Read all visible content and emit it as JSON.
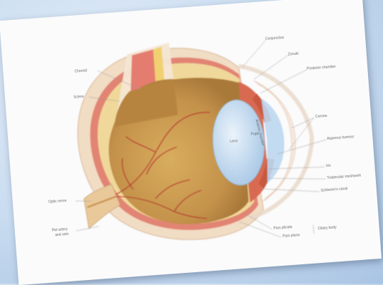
{
  "labels": {
    "conjunctiva": "Conjunctiva",
    "choroid": "Choroid",
    "sclera": "Sclera",
    "zonule": "Zonule",
    "posterior_chamber": "Posterior chamber",
    "cornea": "Cornea",
    "lens": "Lens",
    "pupil": "Pupil",
    "anterior_chamber_inner": "Anterior chamber",
    "aqueous_humor": "Aqueous humour",
    "iris": "Iris",
    "trabecular_meshwork": "Trabecular meshwork",
    "schlemm_canal": "Schlemm's canal",
    "optic_nerve": "Optic nerve",
    "vessels_line1": "Ret artery",
    "vessels_line2": "and vein",
    "pars_plicata": "Pars plicata",
    "pars_plana": "Pars plana",
    "ciliary_body": "Ciliary body"
  },
  "colors": {
    "background": "#c9dcf0",
    "card": "#fbfbfb",
    "vitreous": "#c99a4a",
    "choroid_band": "#e07a6a",
    "sclera_band": "#f1dcc4",
    "lens": "#cfe2f4",
    "iris": "#d9826a",
    "vessel": "#b5382c"
  }
}
